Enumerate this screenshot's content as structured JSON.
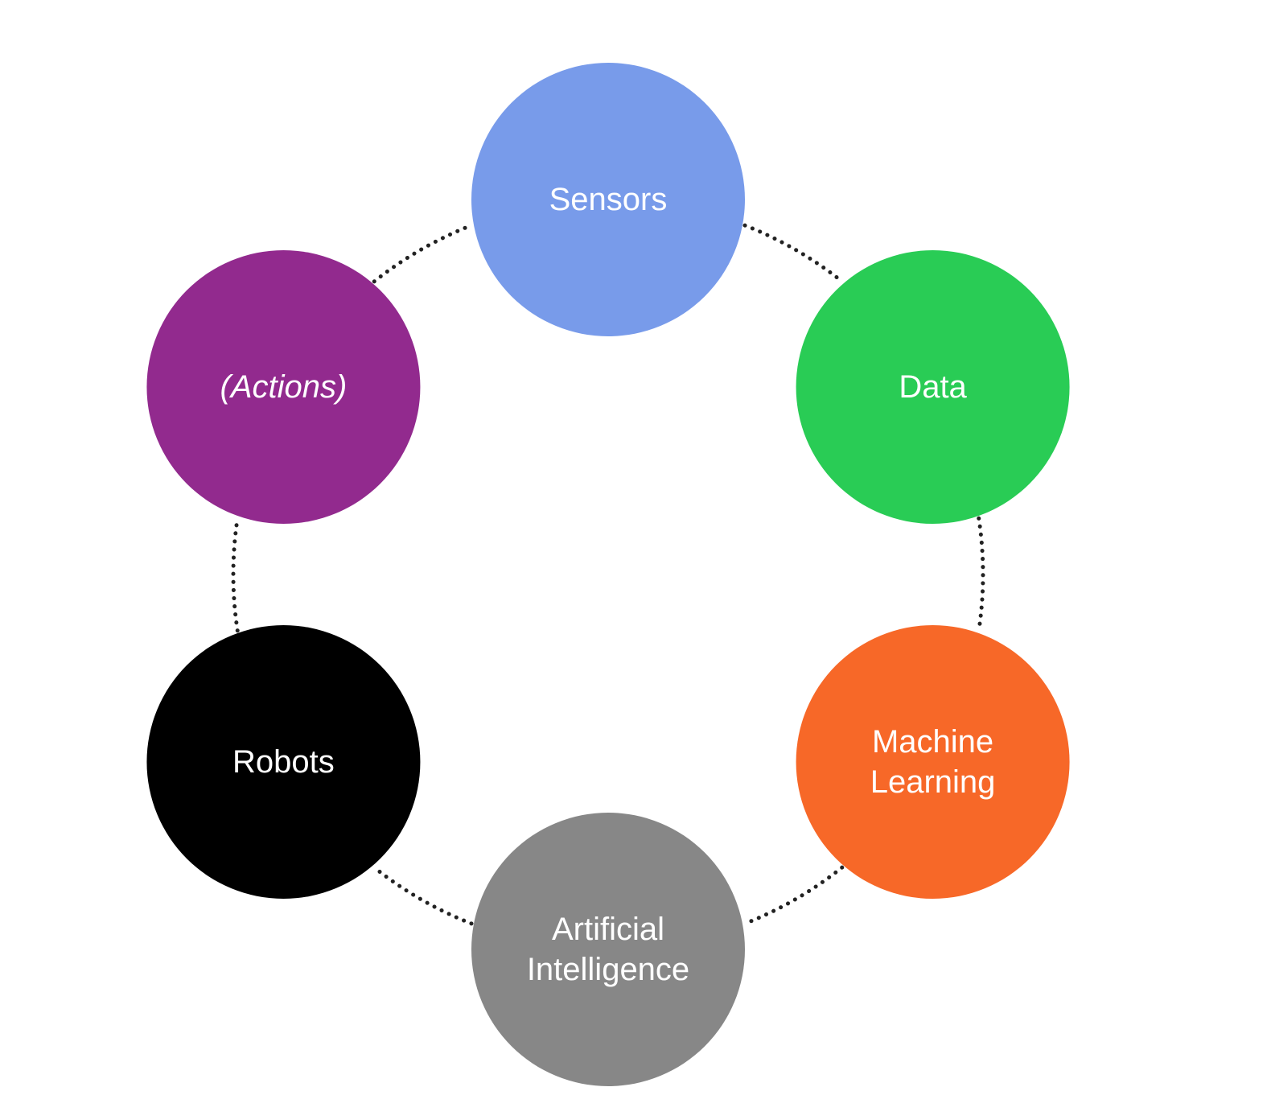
{
  "diagram": {
    "nodes": [
      {
        "id": "sensors",
        "lines": [
          "Sensors"
        ],
        "color": "#789BEA",
        "italic": false
      },
      {
        "id": "data",
        "lines": [
          "Data"
        ],
        "color": "#29CC55",
        "italic": false
      },
      {
        "id": "machine-learning",
        "lines": [
          "Machine",
          "Learning"
        ],
        "color": "#F76828",
        "italic": false
      },
      {
        "id": "artificial-intelligence",
        "lines": [
          "Artificial",
          "Intelligence"
        ],
        "color": "#878787",
        "italic": false
      },
      {
        "id": "robots",
        "lines": [
          "Robots"
        ],
        "color": "#000000",
        "italic": false
      },
      {
        "id": "actions",
        "lines": [
          "(Actions)"
        ],
        "color": "#922A8E",
        "italic": true
      }
    ],
    "connector_color": "#222222"
  }
}
